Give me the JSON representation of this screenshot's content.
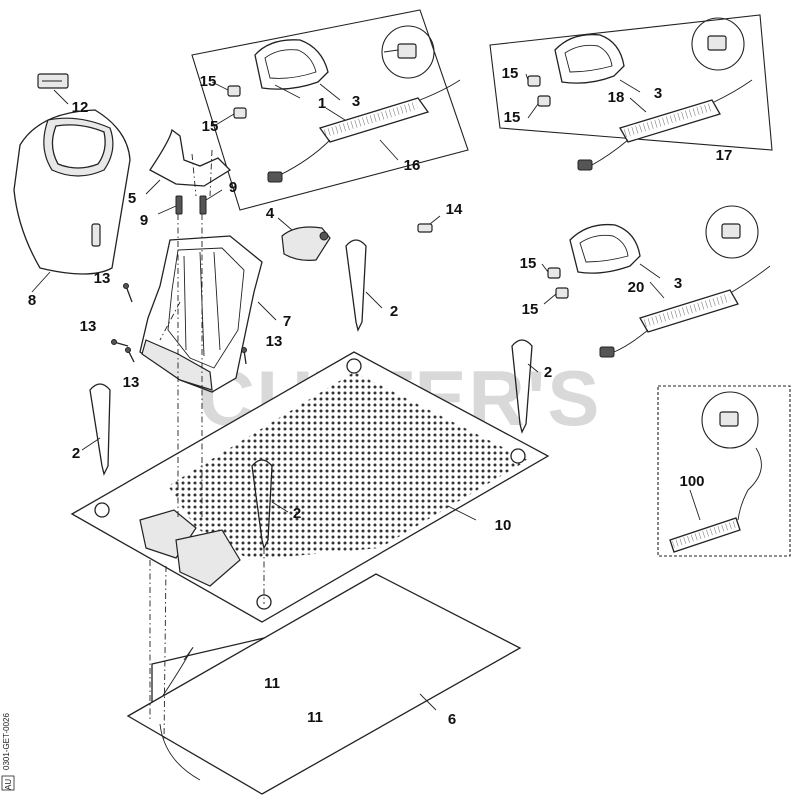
{
  "watermark": "CUTTER'S",
  "doc_code": "0301-GET-0026",
  "doc_tag": "AU",
  "callouts": [
    {
      "id": "c1",
      "text": "1"
    },
    {
      "id": "c2a",
      "text": "2"
    },
    {
      "id": "c2b",
      "text": "2"
    },
    {
      "id": "c2c",
      "text": "2"
    },
    {
      "id": "c2d",
      "text": "2"
    },
    {
      "id": "c3a",
      "text": "3"
    },
    {
      "id": "c3b",
      "text": "3"
    },
    {
      "id": "c3c",
      "text": "3"
    },
    {
      "id": "c4",
      "text": "4"
    },
    {
      "id": "c5",
      "text": "5"
    },
    {
      "id": "c6",
      "text": "6"
    },
    {
      "id": "c7",
      "text": "7"
    },
    {
      "id": "c8",
      "text": "8"
    },
    {
      "id": "c9a",
      "text": "9"
    },
    {
      "id": "c9b",
      "text": "9"
    },
    {
      "id": "c10",
      "text": "10"
    },
    {
      "id": "c11a",
      "text": "11"
    },
    {
      "id": "c11b",
      "text": "11"
    },
    {
      "id": "c12",
      "text": "12"
    },
    {
      "id": "c13a",
      "text": "13"
    },
    {
      "id": "c13b",
      "text": "13"
    },
    {
      "id": "c13c",
      "text": "13"
    },
    {
      "id": "c13d",
      "text": "13"
    },
    {
      "id": "c14",
      "text": "14"
    },
    {
      "id": "c15a",
      "text": "15"
    },
    {
      "id": "c15b",
      "text": "15"
    },
    {
      "id": "c15c",
      "text": "15"
    },
    {
      "id": "c15d",
      "text": "15"
    },
    {
      "id": "c15e",
      "text": "15"
    },
    {
      "id": "c15f",
      "text": "15"
    },
    {
      "id": "c16",
      "text": "16"
    },
    {
      "id": "c17",
      "text": "17"
    },
    {
      "id": "c18",
      "text": "18"
    },
    {
      "id": "c20",
      "text": "20"
    },
    {
      "id": "c100",
      "text": "100"
    }
  ]
}
